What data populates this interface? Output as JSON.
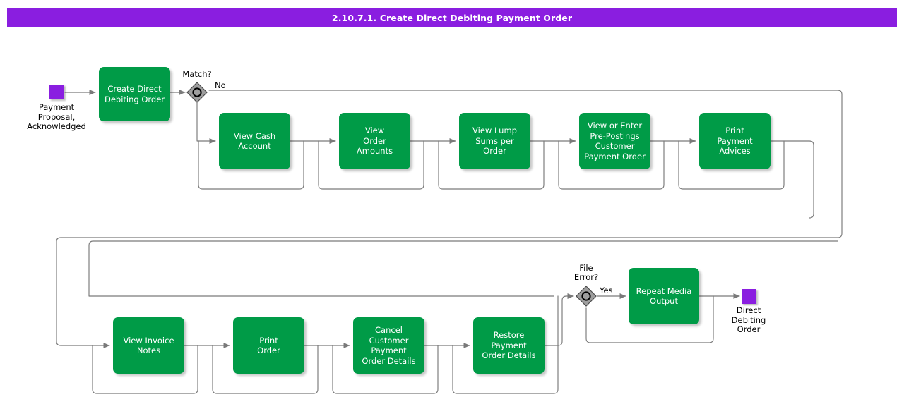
{
  "title": "2.10.7.1. Create Direct Debiting Payment Order",
  "theme": {
    "title_bar_color": "#8A1EE0",
    "task_fill": "#009B47",
    "task_text": "#FFFFFF",
    "event_fill": "#8A1EE0",
    "gateway_fill": "#9E9E9E",
    "connector_color": "#7A7A7A",
    "page_background": "#FFFFFF"
  },
  "diagram": {
    "type": "flowchart",
    "start_event": {
      "name": "start-event",
      "label": "Payment\nProposal,\nAcknowledged"
    },
    "end_event": {
      "name": "end-event",
      "label": "Direct\nDebiting\nOrder"
    },
    "gateways": [
      {
        "name": "gateway-match",
        "label": "Match?",
        "outgoing_label": "No"
      },
      {
        "name": "gateway-file-error",
        "label": "File\nError?",
        "outgoing_label": "Yes"
      }
    ],
    "tasks": [
      {
        "id": "create-direct-debiting-order",
        "label": "Create Direct\nDebiting Order"
      },
      {
        "id": "view-cash-account",
        "label": "View Cash\nAccount"
      },
      {
        "id": "view-order-amounts",
        "label": "View\nOrder\nAmounts"
      },
      {
        "id": "view-lump-sums-per-order",
        "label": "View Lump\nSums per\nOrder"
      },
      {
        "id": "view-or-enter-pre-postings-customer-payment-order",
        "label": "View or Enter\nPre-Postings\nCustomer\nPayment Order"
      },
      {
        "id": "print-payment-advices",
        "label": "Print\nPayment\nAdvices"
      },
      {
        "id": "view-invoice-notes",
        "label": "View Invoice\nNotes"
      },
      {
        "id": "print-order",
        "label": "Print\nOrder"
      },
      {
        "id": "cancel-customer-payment-order-details",
        "label": "Cancel\nCustomer\nPayment\nOrder Details"
      },
      {
        "id": "restore-payment-order-details",
        "label": "Restore\nPayment\nOrder Details"
      },
      {
        "id": "repeat-media-output",
        "label": "Repeat Media\nOutput"
      }
    ],
    "flow_labels": {
      "match_no": "No",
      "file_error_yes": "Yes"
    }
  }
}
